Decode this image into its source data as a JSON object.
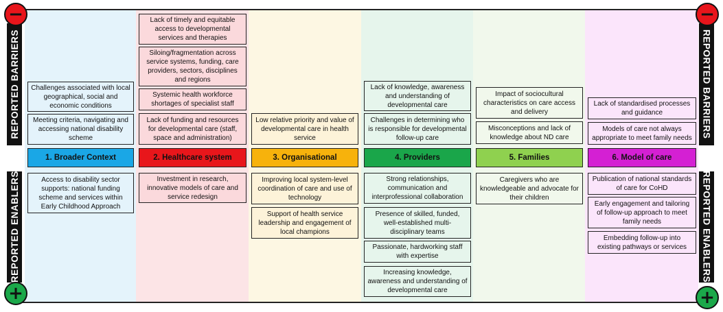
{
  "barriers_label": "REPORTED BARRIERS",
  "enablers_label": "REPORTED ENABLERS",
  "minus_symbol": "−",
  "plus_symbol": "+",
  "colors": {
    "minus_circle": "#e8151b",
    "plus_circle": "#1ba84a"
  },
  "columns": [
    {
      "category": "1. Broader Context",
      "cat_color": "#1aa7e6",
      "bg_color": "#e4f3fb",
      "box_color": "#e4f3fb",
      "barriers": [
        "Challenges associated with local geographical, social and economic conditions",
        "Meeting criteria, navigating and accessing national disability scheme"
      ],
      "enablers": [
        "Access to disability sector supports: national funding scheme and services within Early Childhood Approach"
      ]
    },
    {
      "category": "2. Healthcare system",
      "cat_color": "#e8161b",
      "bg_color": "#fce4e6",
      "box_color": "#fbd9dc",
      "barriers": [
        "Lack of timely and equitable access to developmental services and therapies",
        "Siloing/fragmentation across service systems, funding, care providers, sectors, disciplines and regions",
        "Systemic health workforce shortages of specialist staff",
        "Lack of funding and resources for developmental care (staff, space and administration)"
      ],
      "enablers": [
        "Investment in research, innovative models of care and service redesign"
      ]
    },
    {
      "category": "3. Organisational",
      "cat_color": "#f7b20c",
      "bg_color": "#fdf7e3",
      "box_color": "#fdf3d9",
      "barriers": [
        "Low relative priority and value of developmental care in health service"
      ],
      "enablers": [
        "Improving local system-level coordination of care and use of technology",
        "Support of health service leadership and engagement of local champions"
      ]
    },
    {
      "category": "4. Providers",
      "cat_color": "#1aa64a",
      "bg_color": "#e6f5ec",
      "box_color": "#e6f5ec",
      "barriers": [
        "Lack of knowledge, awareness and understanding of developmental care",
        "Challenges in determining who is responsible for developmental follow-up care"
      ],
      "enablers": [
        "Strong relationships, communication and interprofessional collaboration",
        "Presence of skilled, funded, well-established multi-disciplinary teams",
        "Passionate, hardworking staff with expertise",
        "Increasing knowledge, awareness and understanding of developmental care"
      ]
    },
    {
      "category": "5. Families",
      "cat_color": "#8fd14f",
      "bg_color": "#f1f8ec",
      "box_color": "#f1f8ec",
      "barriers": [
        "Impact of sociocultural characteristics on care access and delivery",
        "Misconceptions and lack of knowledge about ND care"
      ],
      "enablers": [
        "Caregivers who are knowledgeable and advocate for their children"
      ]
    },
    {
      "category": "6. Model of care",
      "cat_color": "#d420d3",
      "bg_color": "#fbe5fb",
      "box_color": "#fbe5fb",
      "barriers": [
        "Lack of standardised processes and guidance",
        "Models of care not always appropriate to meet family needs"
      ],
      "enablers": [
        "Publication of national standards of care for CoHD",
        "Early engagement and tailoring of follow-up approach to meet family needs",
        "Embedding follow-up into existing pathways or services"
      ]
    }
  ]
}
